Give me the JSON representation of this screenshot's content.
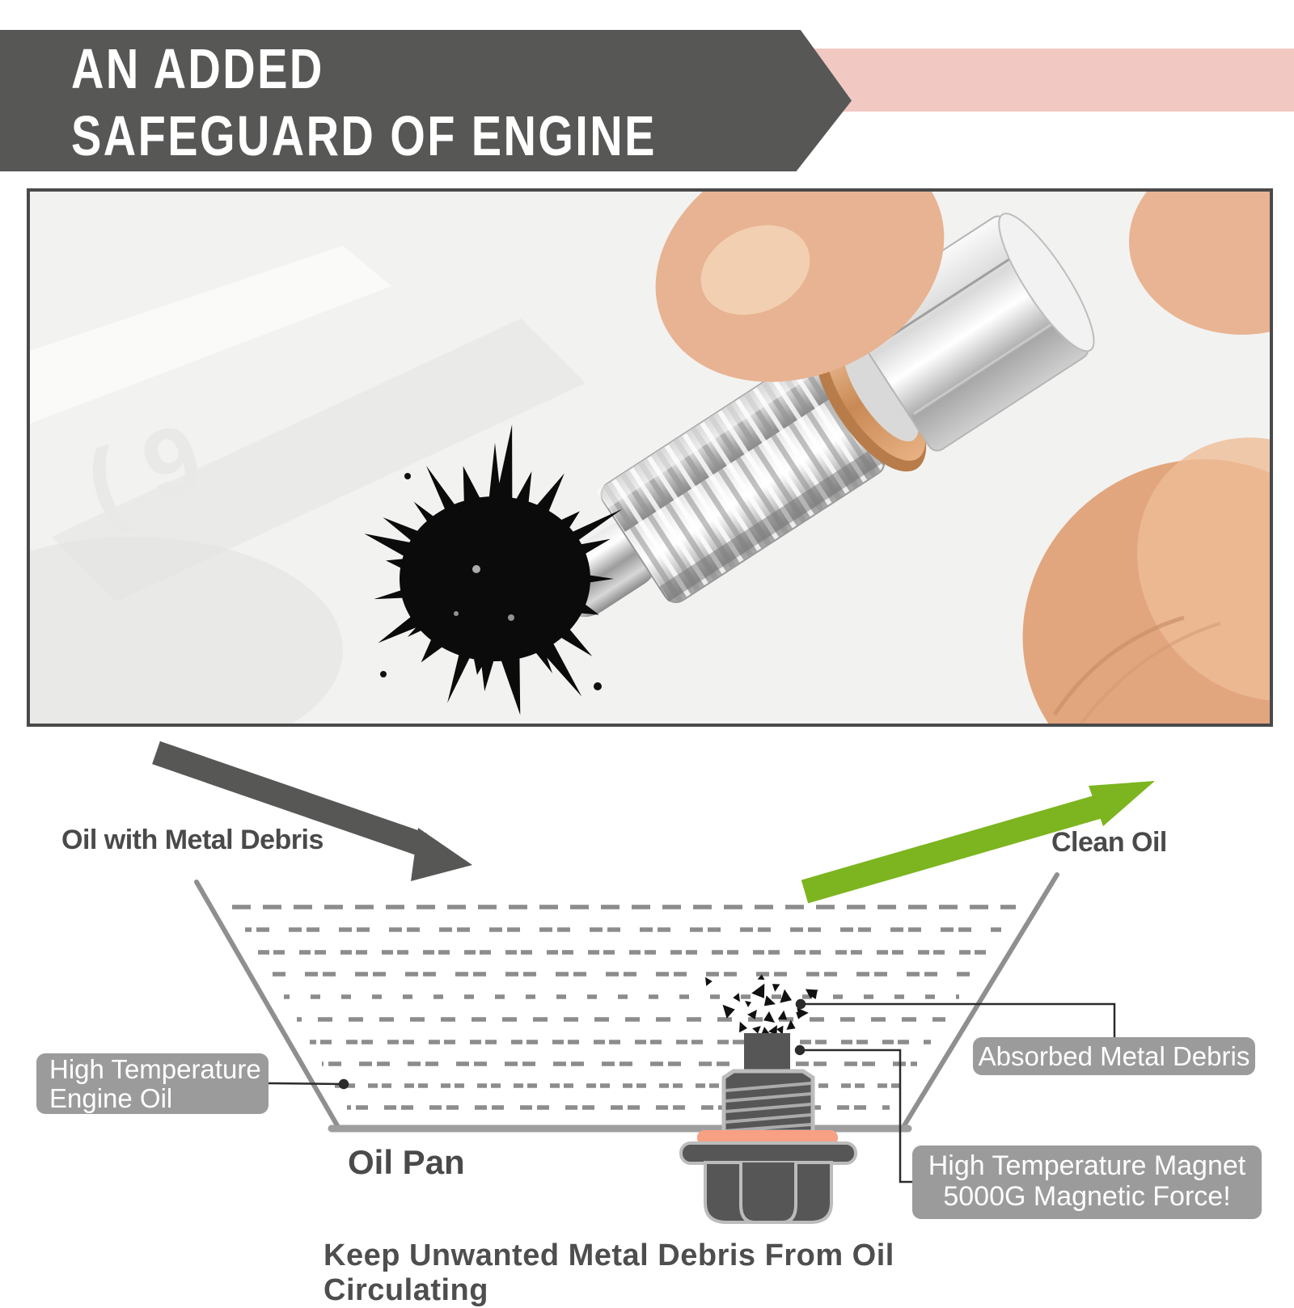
{
  "header": {
    "title_line1": "AN ADDED",
    "title_line2": "SAFEGUARD OF ENGINE"
  },
  "photo": {
    "description": "magnetic-drain-plug-with-iron-filings-photo"
  },
  "diagram": {
    "dirty_oil_label": "Oil with Metal Debris",
    "clean_oil_label": "Clean Oil",
    "pan_label": "Oil Pan",
    "engine_oil_label_line1": "High Temperature",
    "engine_oil_label_line2": "Engine Oil",
    "absorbed_label": "Absorbed Metal Debris",
    "magnet_label_line1": "High Temperature Magnet",
    "magnet_label_line2": "5000G Magnetic Force!",
    "caption": "Keep Unwanted Metal Debris From Oil Circulating"
  },
  "colors": {
    "dark": "#575756",
    "text": "#4a4a4a",
    "boxgray": "#9b9b9b",
    "green": "#7cb51f",
    "pink": "#f1c8c2",
    "salmon": "#f7a083",
    "pan": "#8f8f8f",
    "dash": "#8c8c8c",
    "plug": "#565656",
    "plugline": "#bcbcbc",
    "debris": "#111111"
  }
}
